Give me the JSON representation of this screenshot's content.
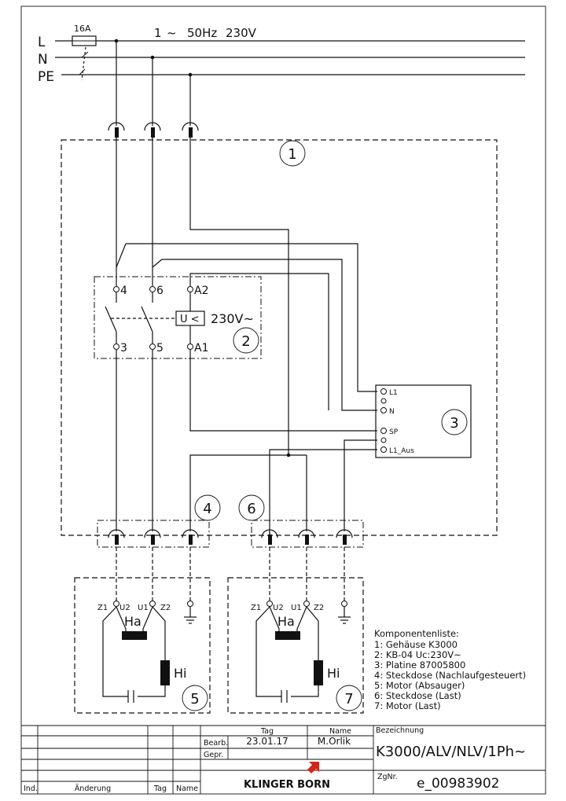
{
  "supply": {
    "rails": [
      "L",
      "N",
      "PE"
    ],
    "fuse": "16A",
    "spec_prefix": "1",
    "spec_tilde": "~",
    "spec_freq": "50Hz",
    "spec_volt": "230V"
  },
  "balloons": {
    "housing": "1",
    "relay": "2",
    "board": "3",
    "socket_a": "4",
    "motor_a": "5",
    "socket_b": "6",
    "motor_b": "7"
  },
  "relay": {
    "t4": "4",
    "t6": "6",
    "a2": "A2",
    "t3": "3",
    "t5": "5",
    "a1": "A1",
    "coil": "U <",
    "rating": "230V~"
  },
  "board": {
    "pins": [
      "L1",
      "N",
      "SP",
      "L1_Aus"
    ]
  },
  "motor": {
    "z1": "Z1",
    "u2": "U2",
    "u1": "U1",
    "z2": "Z2",
    "main_winding": "Ha",
    "aux_winding": "Hi"
  },
  "components": {
    "heading": "Komponentenliste:",
    "items": [
      "1:  Gehäuse  K3000",
      "2:  KB-04  Uc:230V~",
      "3:  Platine  87005800",
      "4:  Steckdose  (Nachlaufgesteuert)",
      "5:  Motor  (Absauger)",
      "6:  Steckdose  (Last)",
      "7:  Motor  (Last)"
    ]
  },
  "title_block": {
    "col_tag": "Tag",
    "col_name": "Name",
    "row_bearb": "Bearb.",
    "row_gepr": "Gepr.",
    "date": "23.01.17",
    "author": "M.Orlik",
    "bezeichnung_label": "Bezeichnung",
    "bezeichnung": "K3000/ALV/NLV/1Ph~",
    "zgnr_label": "ZgNr.",
    "zgnr": "e_00983902",
    "company": "KLINGER BORN",
    "rev_ind": "Ind.",
    "rev_aenderung": "Änderung",
    "rev_tag": "Tag",
    "rev_name": "Name"
  }
}
